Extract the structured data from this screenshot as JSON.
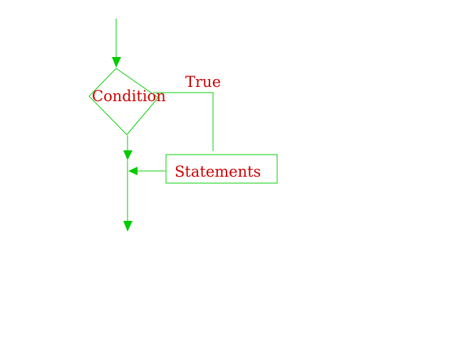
{
  "diagram": {
    "decision": {
      "label": "Condition"
    },
    "branch": {
      "label": "True"
    },
    "process": {
      "label": "Statements"
    }
  },
  "colors": {
    "line": "#00cc00",
    "text": "#cc0000",
    "background": "#ffffff"
  }
}
